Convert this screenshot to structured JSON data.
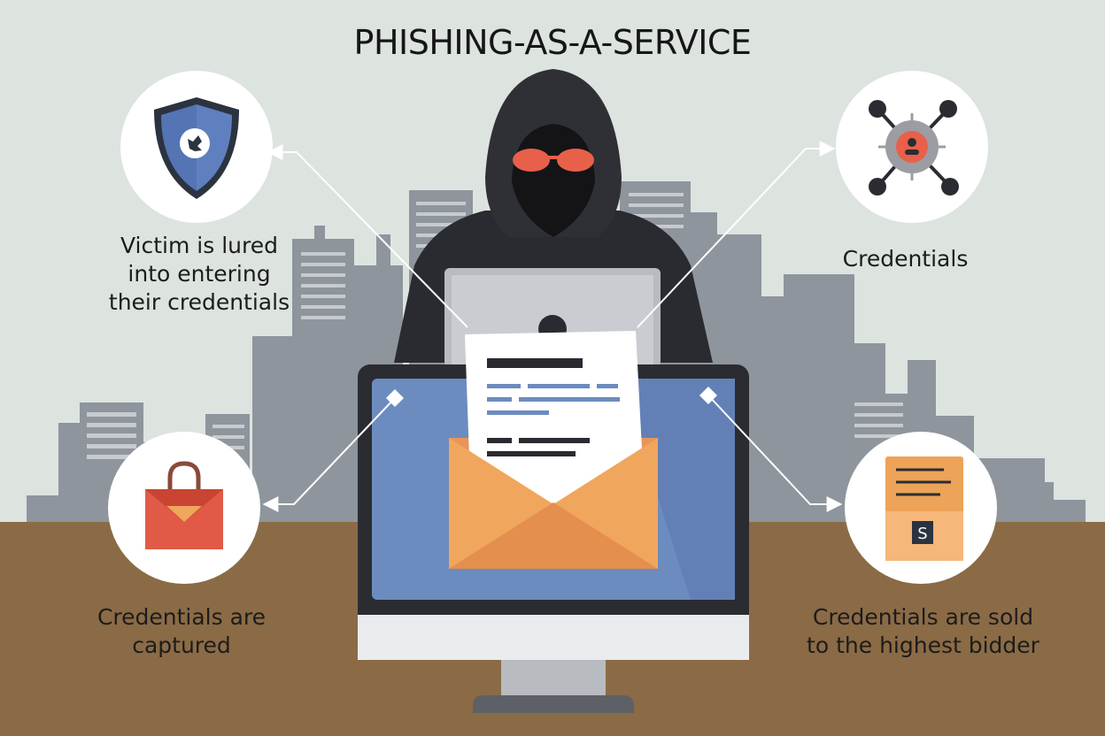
{
  "title": "PHISHING-AS-A-SERVICE",
  "steps": {
    "top_left": {
      "icon": "shield-icon",
      "lines": [
        "Victim is lured",
        "into entering",
        "their credentials"
      ]
    },
    "top_right": {
      "icon": "network-user-icon",
      "lines": [
        "Credentials"
      ]
    },
    "bottom_left": {
      "icon": "bag-envelope-icon",
      "lines": [
        "Credentials are",
        "captured"
      ]
    },
    "bottom_right": {
      "icon": "price-card-icon",
      "lines": [
        "Credentials are sold",
        "to the highest bidder"
      ]
    }
  },
  "card_symbol": "S",
  "colors": {
    "sky": "#dde3df",
    "ground": "#8b6b45",
    "buildings": "#8f959c",
    "hacker": "#2a2b30",
    "eyes": "#e8604a",
    "screen": "#6c8bbf",
    "envelope": "#eda358",
    "shield": "#5f7fbf",
    "bag": "#e05a47"
  }
}
